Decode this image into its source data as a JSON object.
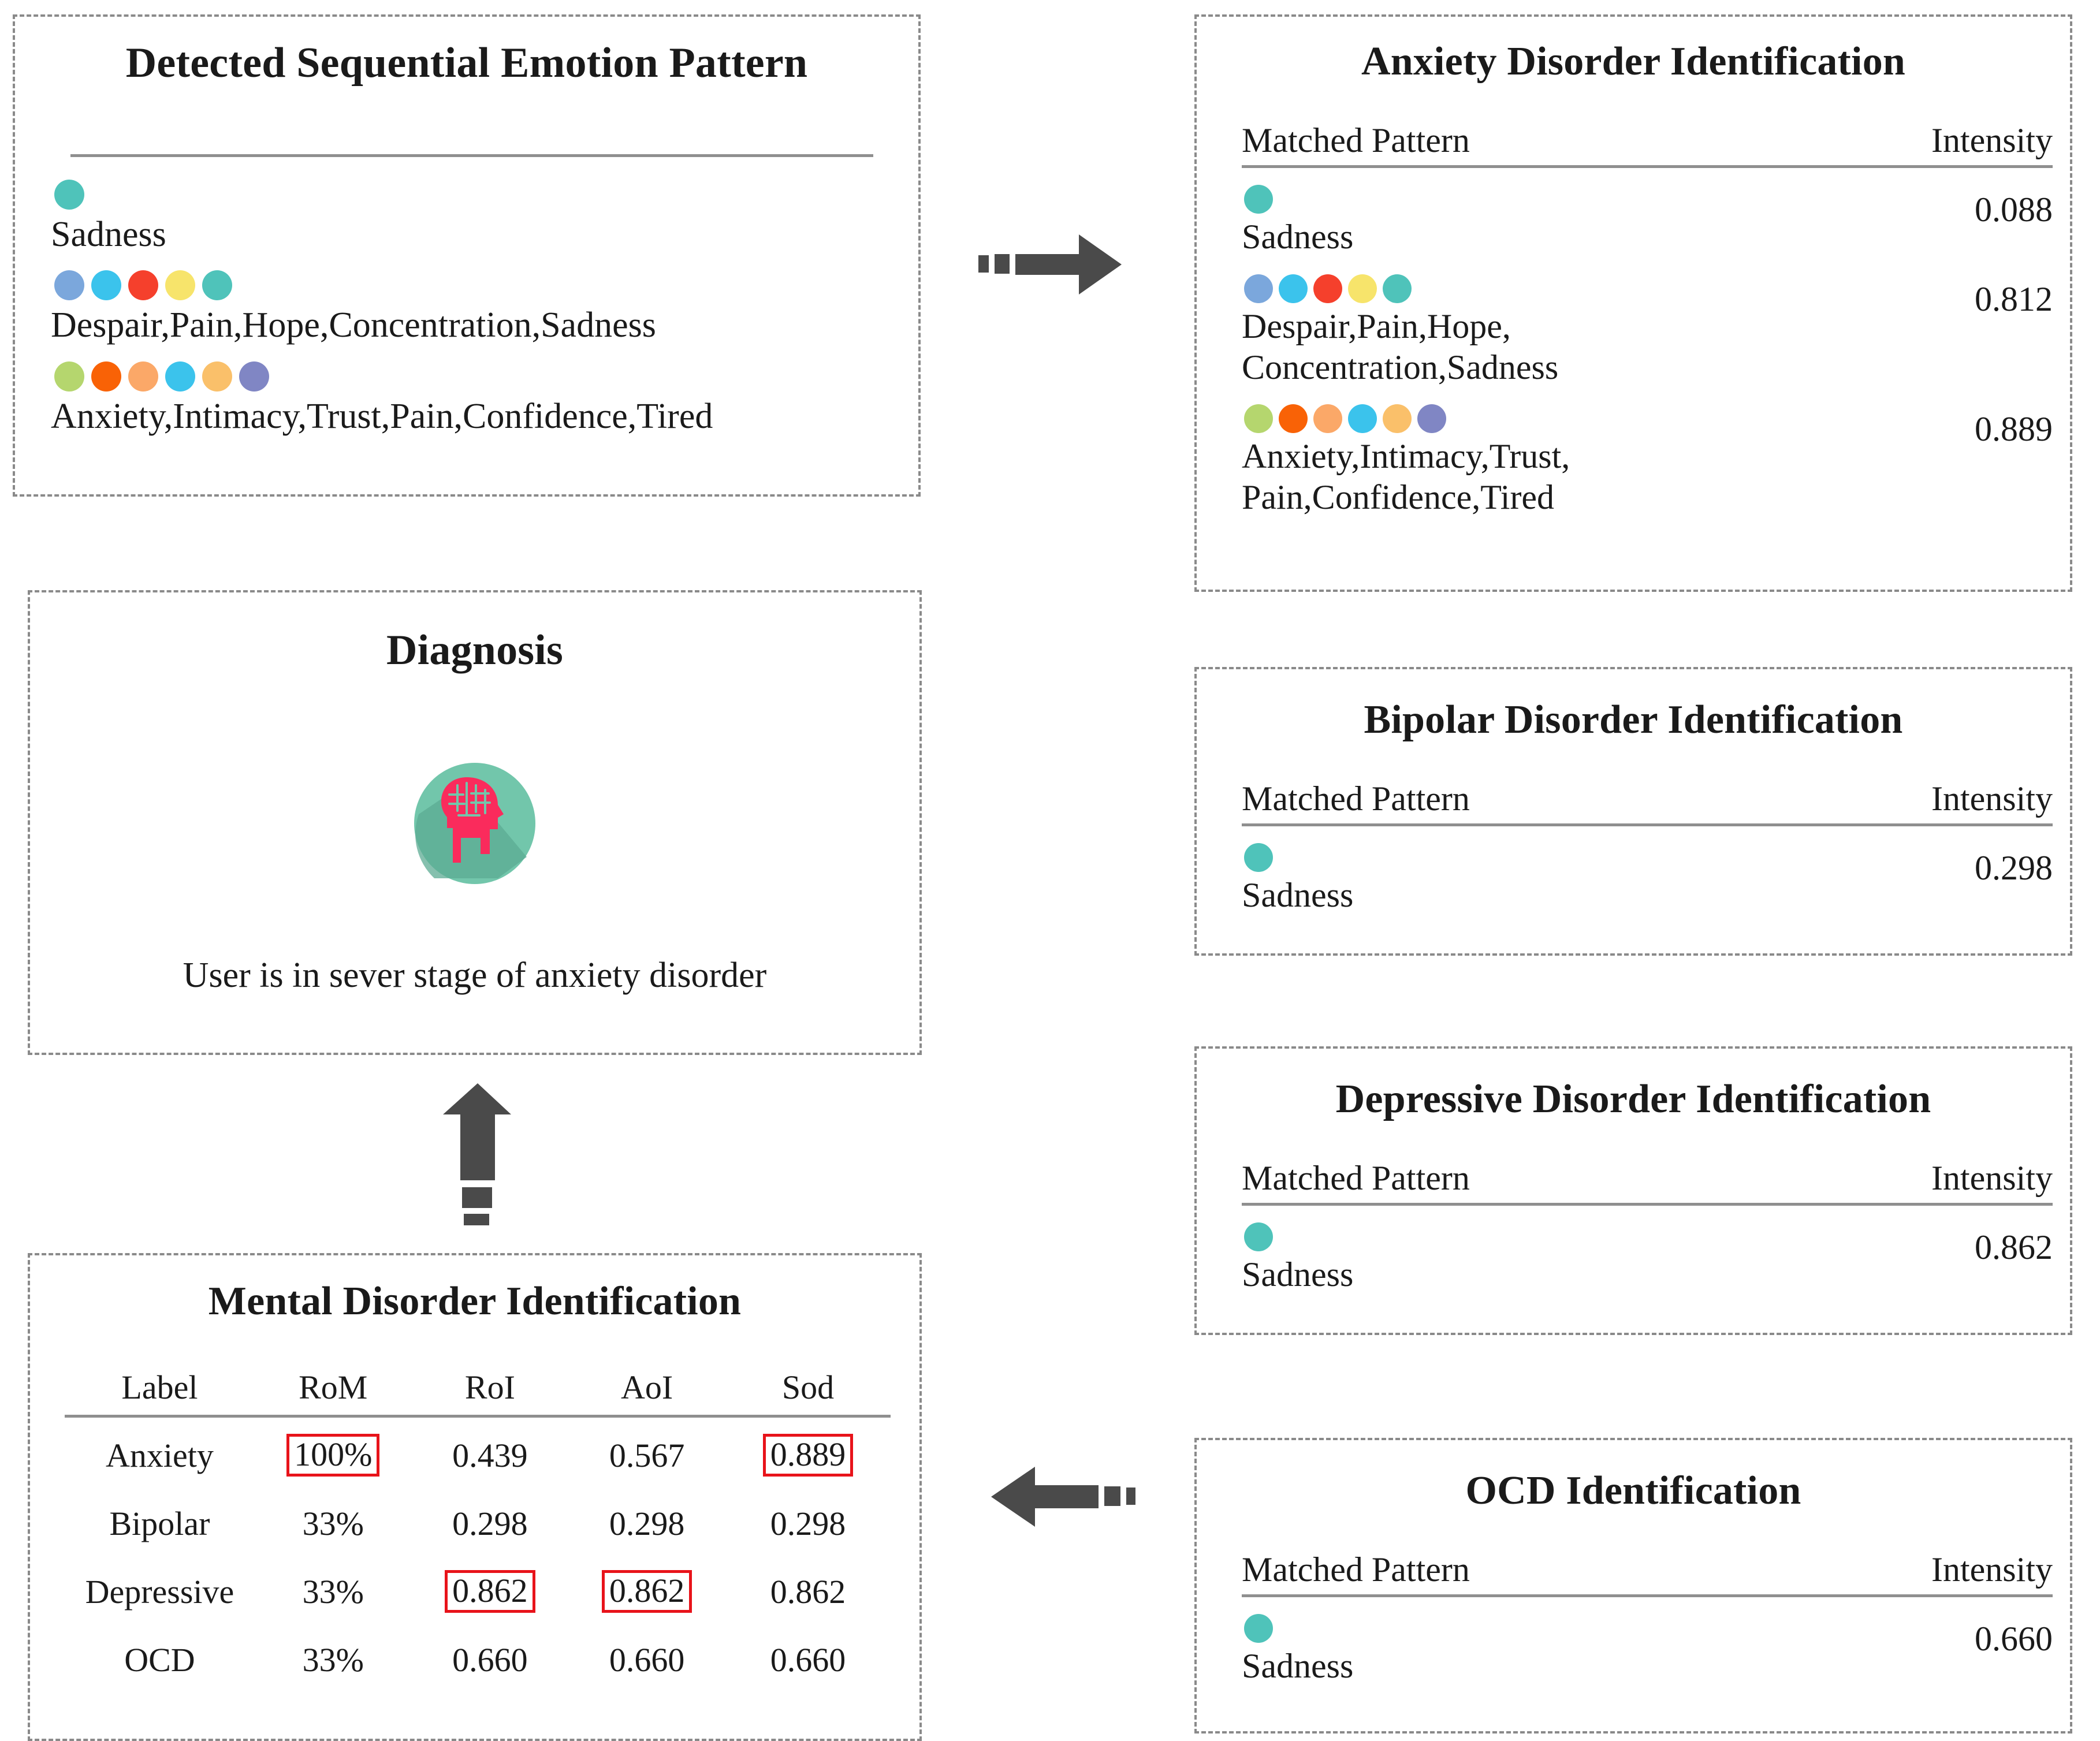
{
  "palette": {
    "panel_border": "#8a8a8a",
    "rule": "#8f8f8f",
    "arrow": "#4a4a4a",
    "highlight_box": "#e8131a",
    "icon_circle": "#72c6ab",
    "icon_shadow": "#5cab93",
    "icon_head": "#fa2b5c",
    "emotion_colors": {
      "sadness": "#4fc3ba",
      "despair": "#7ba7dc",
      "pain": "#3bc3ec",
      "hope": "#f5402c",
      "concentration": "#f7e46b",
      "anxiety": "#b5d66e",
      "intimacy": "#f96206",
      "trust": "#fba868",
      "confidence": "#fac06a",
      "tired": "#8086c4"
    }
  },
  "detected_panel": {
    "title": "Detected Sequential Emotion Pattern",
    "patterns": [
      {
        "label": "Sadness",
        "dots": [
          "#4fc3ba"
        ]
      },
      {
        "label": "Despair,Pain,Hope,Concentration,Sadness",
        "dots": [
          "#7ba7dc",
          "#3bc3ec",
          "#f5402c",
          "#f7e46b",
          "#4fc3ba"
        ]
      },
      {
        "label": "Anxiety,Intimacy,Trust,Pain,Confidence,Tired",
        "dots": [
          "#b5d66e",
          "#f96206",
          "#fba868",
          "#3bc3ec",
          "#fac06a",
          "#8086c4"
        ]
      }
    ]
  },
  "diagnosis_panel": {
    "title": "Diagnosis",
    "icon": "head-brain-icon",
    "statement": "User is in sever stage of anxiety disorder"
  },
  "mental_disorder_panel": {
    "title": "Mental Disorder Identification",
    "columns": [
      "Label",
      "RoM",
      "RoI",
      "AoI",
      "Sod"
    ],
    "rows": [
      {
        "label": "Anxiety",
        "RoM": "100%",
        "RoI": "0.439",
        "AoI": "0.567",
        "Sod": "0.889",
        "highlight": [
          "RoM",
          "Sod"
        ]
      },
      {
        "label": "Bipolar",
        "RoM": "33%",
        "RoI": "0.298",
        "AoI": "0.298",
        "Sod": "0.298",
        "highlight": []
      },
      {
        "label": "Depressive",
        "RoM": "33%",
        "RoI": "0.862",
        "AoI": "0.862",
        "Sod": "0.862",
        "highlight": [
          "RoI",
          "AoI"
        ]
      },
      {
        "label": "OCD",
        "RoM": "33%",
        "RoI": "0.660",
        "AoI": "0.660",
        "Sod": "0.660",
        "highlight": []
      }
    ]
  },
  "identification_panels": [
    {
      "key": "anxiety",
      "title": "Anxiety Disorder Identification",
      "col_pattern": "Matched Pattern",
      "col_intensity": "Intensity",
      "rows": [
        {
          "label": "Sadness",
          "dots": [
            "#4fc3ba"
          ],
          "intensity": "0.088"
        },
        {
          "label": "Despair,Pain,Hope,\nConcentration,Sadness",
          "dots": [
            "#7ba7dc",
            "#3bc3ec",
            "#f5402c",
            "#f7e46b",
            "#4fc3ba"
          ],
          "intensity": "0.812"
        },
        {
          "label": "Anxiety,Intimacy,Trust,\n Pain,Confidence,Tired",
          "dots": [
            "#b5d66e",
            "#f96206",
            "#fba868",
            "#3bc3ec",
            "#fac06a",
            "#8086c4"
          ],
          "intensity": "0.889"
        }
      ]
    },
    {
      "key": "bipolar",
      "title": "Bipolar Disorder Identification",
      "col_pattern": "Matched Pattern",
      "col_intensity": "Intensity",
      "rows": [
        {
          "label": "Sadness",
          "dots": [
            "#4fc3ba"
          ],
          "intensity": "0.298"
        }
      ]
    },
    {
      "key": "depressive",
      "title": "Depressive Disorder Identification",
      "col_pattern": "Matched Pattern",
      "col_intensity": "Intensity",
      "rows": [
        {
          "label": "Sadness",
          "dots": [
            "#4fc3ba"
          ],
          "intensity": "0.862"
        }
      ]
    },
    {
      "key": "ocd",
      "title": "OCD Identification",
      "col_pattern": "Matched Pattern",
      "col_intensity": "Intensity",
      "rows": [
        {
          "label": "Sadness",
          "dots": [
            "#4fc3ba"
          ],
          "intensity": "0.660"
        }
      ]
    }
  ],
  "arrows": [
    {
      "name": "arrow-detected-to-anxiety",
      "direction": "right"
    },
    {
      "name": "arrow-mental-to-diagnosis",
      "direction": "up"
    },
    {
      "name": "arrow-ocd-to-mental",
      "direction": "left"
    }
  ]
}
